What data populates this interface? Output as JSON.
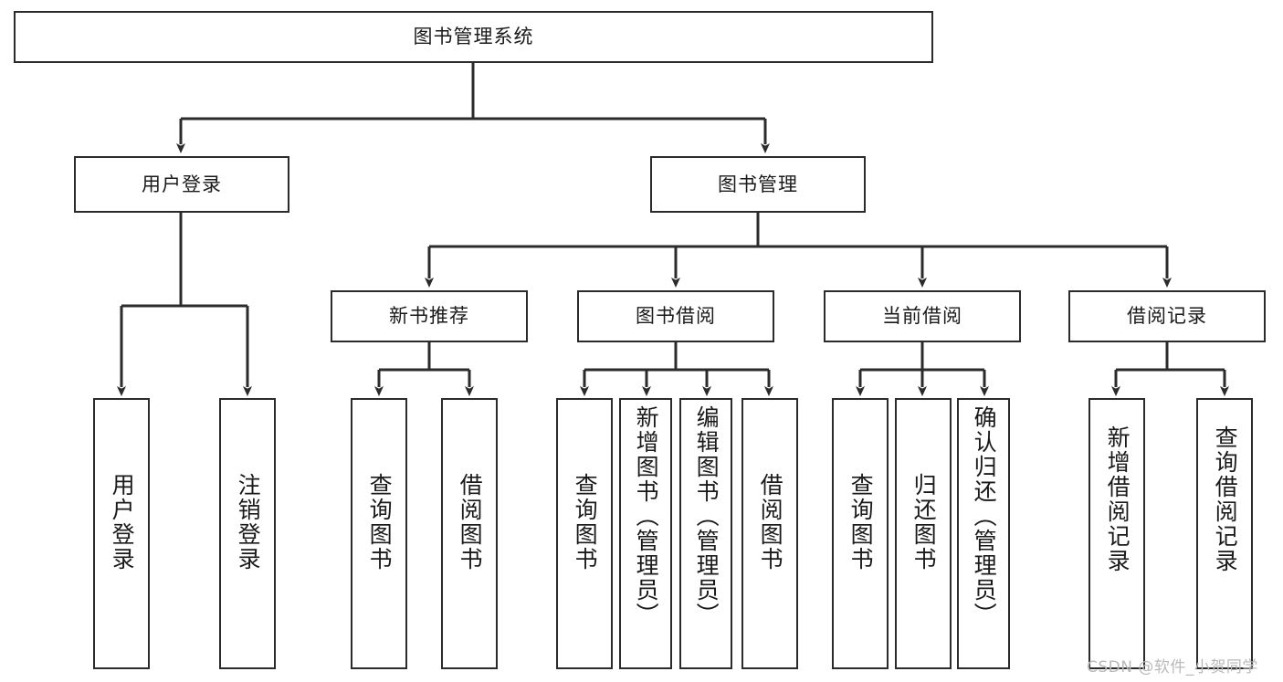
{
  "diagram": {
    "title": "图书管理系统",
    "type": "hierarchy-tree",
    "colors": {
      "box_border": "#2b2b2b",
      "box_fill": "#ffffff",
      "connector": "#2b2b2b",
      "background": "#ffffff",
      "watermark": "#b9b9b9"
    },
    "levels": {
      "level1_label": "图书管理系统",
      "level2_labels": [
        "用户登录",
        "图书管理"
      ],
      "level3_labels": [
        "新书推荐",
        "图书借阅",
        "当前借阅",
        "借阅记录"
      ]
    },
    "nodes": {
      "root": "图书管理系统",
      "user_login": "用户登录",
      "book_manage": "图书管理",
      "new_book_rec": "新书推荐",
      "book_borrow": "图书借阅",
      "current_borrow": "当前借阅",
      "borrow_record": "借阅记录",
      "leaf_user_login": "用户登录",
      "leaf_logout": "注销登录",
      "leaf_query_book_1": "查询图书",
      "leaf_borrow_book_1": "借阅图书",
      "leaf_query_book_2": "查询图书",
      "leaf_add_book_admin": "新增图书（管理员）",
      "leaf_edit_book_admin": "编辑图书（管理员）",
      "leaf_borrow_book_2": "借阅图书",
      "leaf_query_book_3": "查询图书",
      "leaf_return_book": "归还图书",
      "leaf_confirm_return_admin": "确认归还（管理员）",
      "leaf_add_borrow_record": "新增借阅记录",
      "leaf_query_borrow_record": "查询借阅记录"
    },
    "watermark": "CSDN @软件_小贺同学"
  }
}
